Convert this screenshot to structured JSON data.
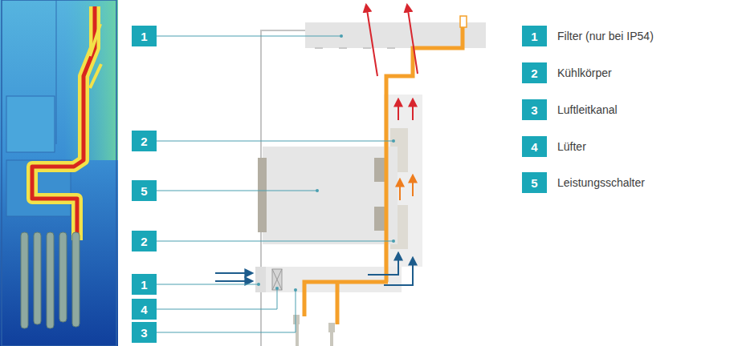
{
  "diagram": {
    "nodes": [
      {
        "text": [
          "1"
        ]
      },
      {
        "text": [
          "2"
        ]
      },
      {
        "text": [
          "5"
        ]
      },
      {
        "text": [
          "2"
        ]
      },
      {
        "text": [
          "1"
        ]
      },
      {
        "text": [
          "4"
        ]
      },
      {
        "text": [
          "3"
        ]
      }
    ],
    "labels": [
      "1",
      "2",
      "3",
      "4",
      "5"
    ],
    "legend": [
      {
        "text": "Filter (nur bei IP54)",
        "color": "#1aa7b8"
      },
      {
        "text": "Kühlkörper",
        "color": "#1aa7b8"
      },
      {
        "text": "Luftleitkanal",
        "color": "#1aa7b8"
      },
      {
        "text": "Lüfter",
        "color": "#1aa7b8"
      },
      {
        "text": "Leistungsschalter",
        "color": "#1aa7b8"
      }
    ]
  }
}
